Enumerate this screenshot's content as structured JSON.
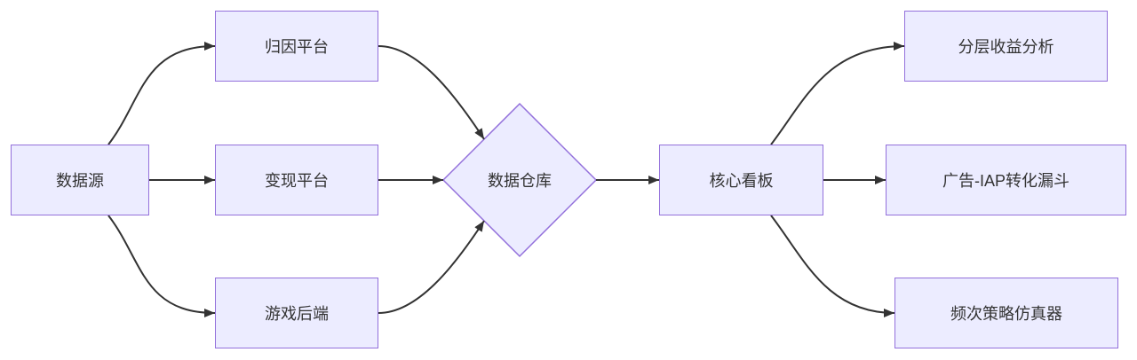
{
  "diagram": {
    "type": "flowchart",
    "direction": "left-to-right",
    "nodes": {
      "datasource": {
        "label": "数据源",
        "shape": "rectangle"
      },
      "attribution": {
        "label": "归因平台",
        "shape": "rectangle"
      },
      "monetization": {
        "label": "变现平台",
        "shape": "rectangle"
      },
      "backend": {
        "label": "游戏后端",
        "shape": "rectangle"
      },
      "warehouse": {
        "label": "数据仓库",
        "shape": "diamond"
      },
      "dashboard": {
        "label": "核心看板",
        "shape": "rectangle"
      },
      "analysis": {
        "label": "分层收益分析",
        "shape": "rectangle"
      },
      "funnel": {
        "label": "广告-IAP转化漏斗",
        "shape": "rectangle"
      },
      "simulator": {
        "label": "频次策略仿真器",
        "shape": "rectangle"
      }
    },
    "edges": [
      {
        "from": "数据源",
        "to": "归因平台"
      },
      {
        "from": "数据源",
        "to": "变现平台"
      },
      {
        "from": "数据源",
        "to": "游戏后端"
      },
      {
        "from": "归因平台",
        "to": "数据仓库"
      },
      {
        "from": "变现平台",
        "to": "数据仓库"
      },
      {
        "from": "游戏后端",
        "to": "数据仓库"
      },
      {
        "from": "数据仓库",
        "to": "核心看板"
      },
      {
        "from": "核心看板",
        "to": "分层收益分析"
      },
      {
        "from": "核心看板",
        "to": "广告-IAP转化漏斗"
      },
      {
        "from": "核心看板",
        "to": "频次策略仿真器"
      }
    ],
    "colors": {
      "node_fill": "#ECECFF",
      "node_border": "#9370DB",
      "edge_stroke": "#333333",
      "text": "#333333",
      "background": "#FFFFFF"
    }
  }
}
